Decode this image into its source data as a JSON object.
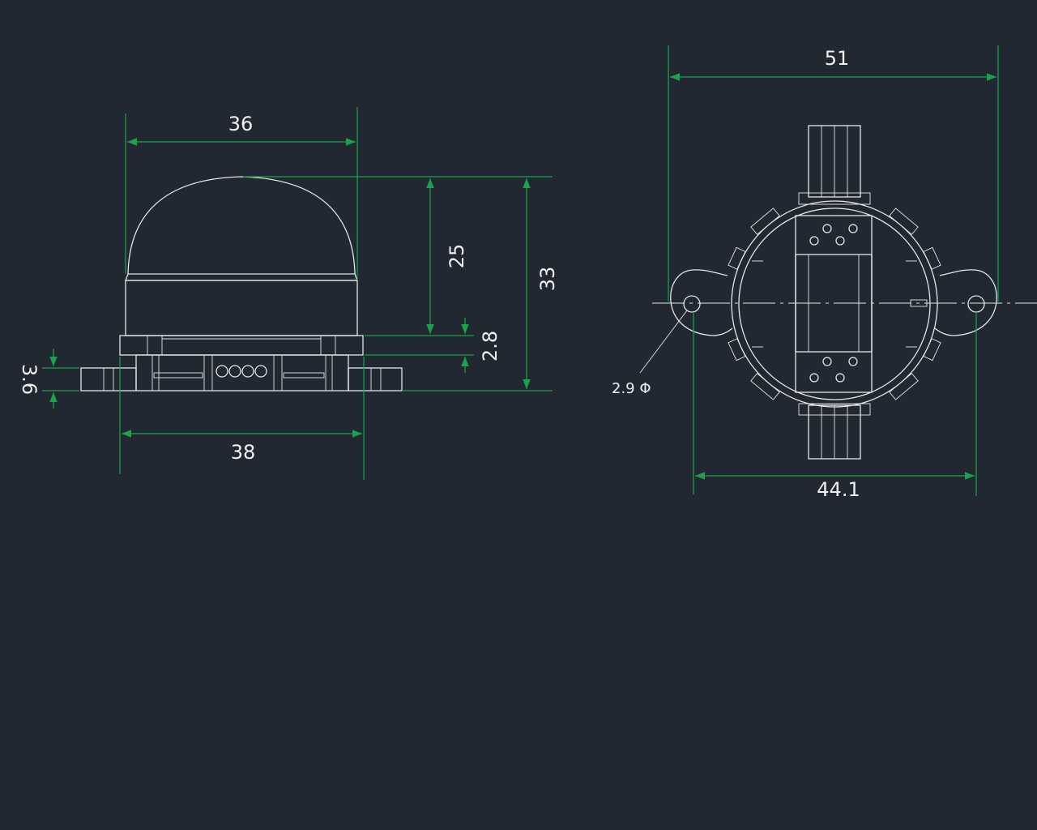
{
  "dimensions": {
    "side_top_width": "36",
    "side_base_width": "38",
    "side_dome_height": "25",
    "side_total_height": "33",
    "side_flange_height": "2.8",
    "side_foot_height": "3.6",
    "top_overall_width": "51",
    "top_hole_spacing": "44.1",
    "top_hole_diameter": "2.9 Φ"
  },
  "colors": {
    "background": "#222831",
    "part_lines": "#e6e6e6",
    "dimension_lines": "#1aa34a",
    "text": "#f0f0f0"
  }
}
